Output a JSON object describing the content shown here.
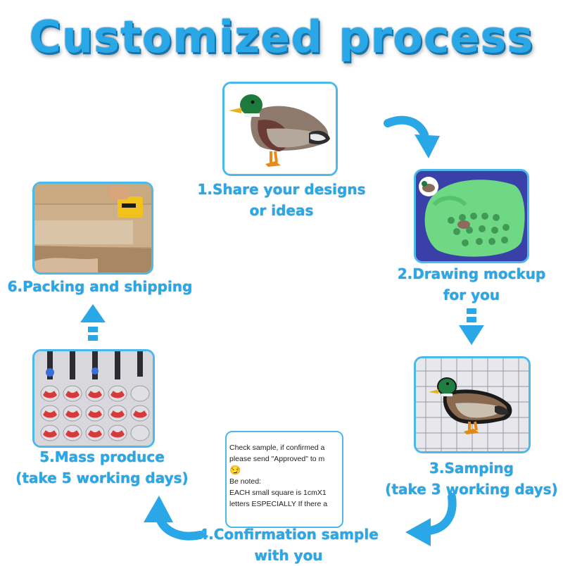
{
  "title": "Customized process",
  "accent_color": "#2aa7e6",
  "steps": [
    {
      "line1": "1.Share your designs",
      "line2": "or ideas"
    },
    {
      "line1": "2.Drawing mockup",
      "line2": "for you"
    },
    {
      "line1": "3.Samping",
      "line2": "(take 3 working days)"
    },
    {
      "line1": "4.Confirmation sample",
      "line2": "with you"
    },
    {
      "line1": "5.Mass produce",
      "line2": "(take 5 working days)"
    },
    {
      "line1": "6.Packing and shipping"
    }
  ],
  "note": {
    "lines": [
      "Check sample, if confirmed a",
      "please send \"Approved\" to m",
      "Be noted:",
      "EACH small square is 1cmX1",
      "letters ESPECIALLY If there a"
    ],
    "emoji": "😏"
  }
}
